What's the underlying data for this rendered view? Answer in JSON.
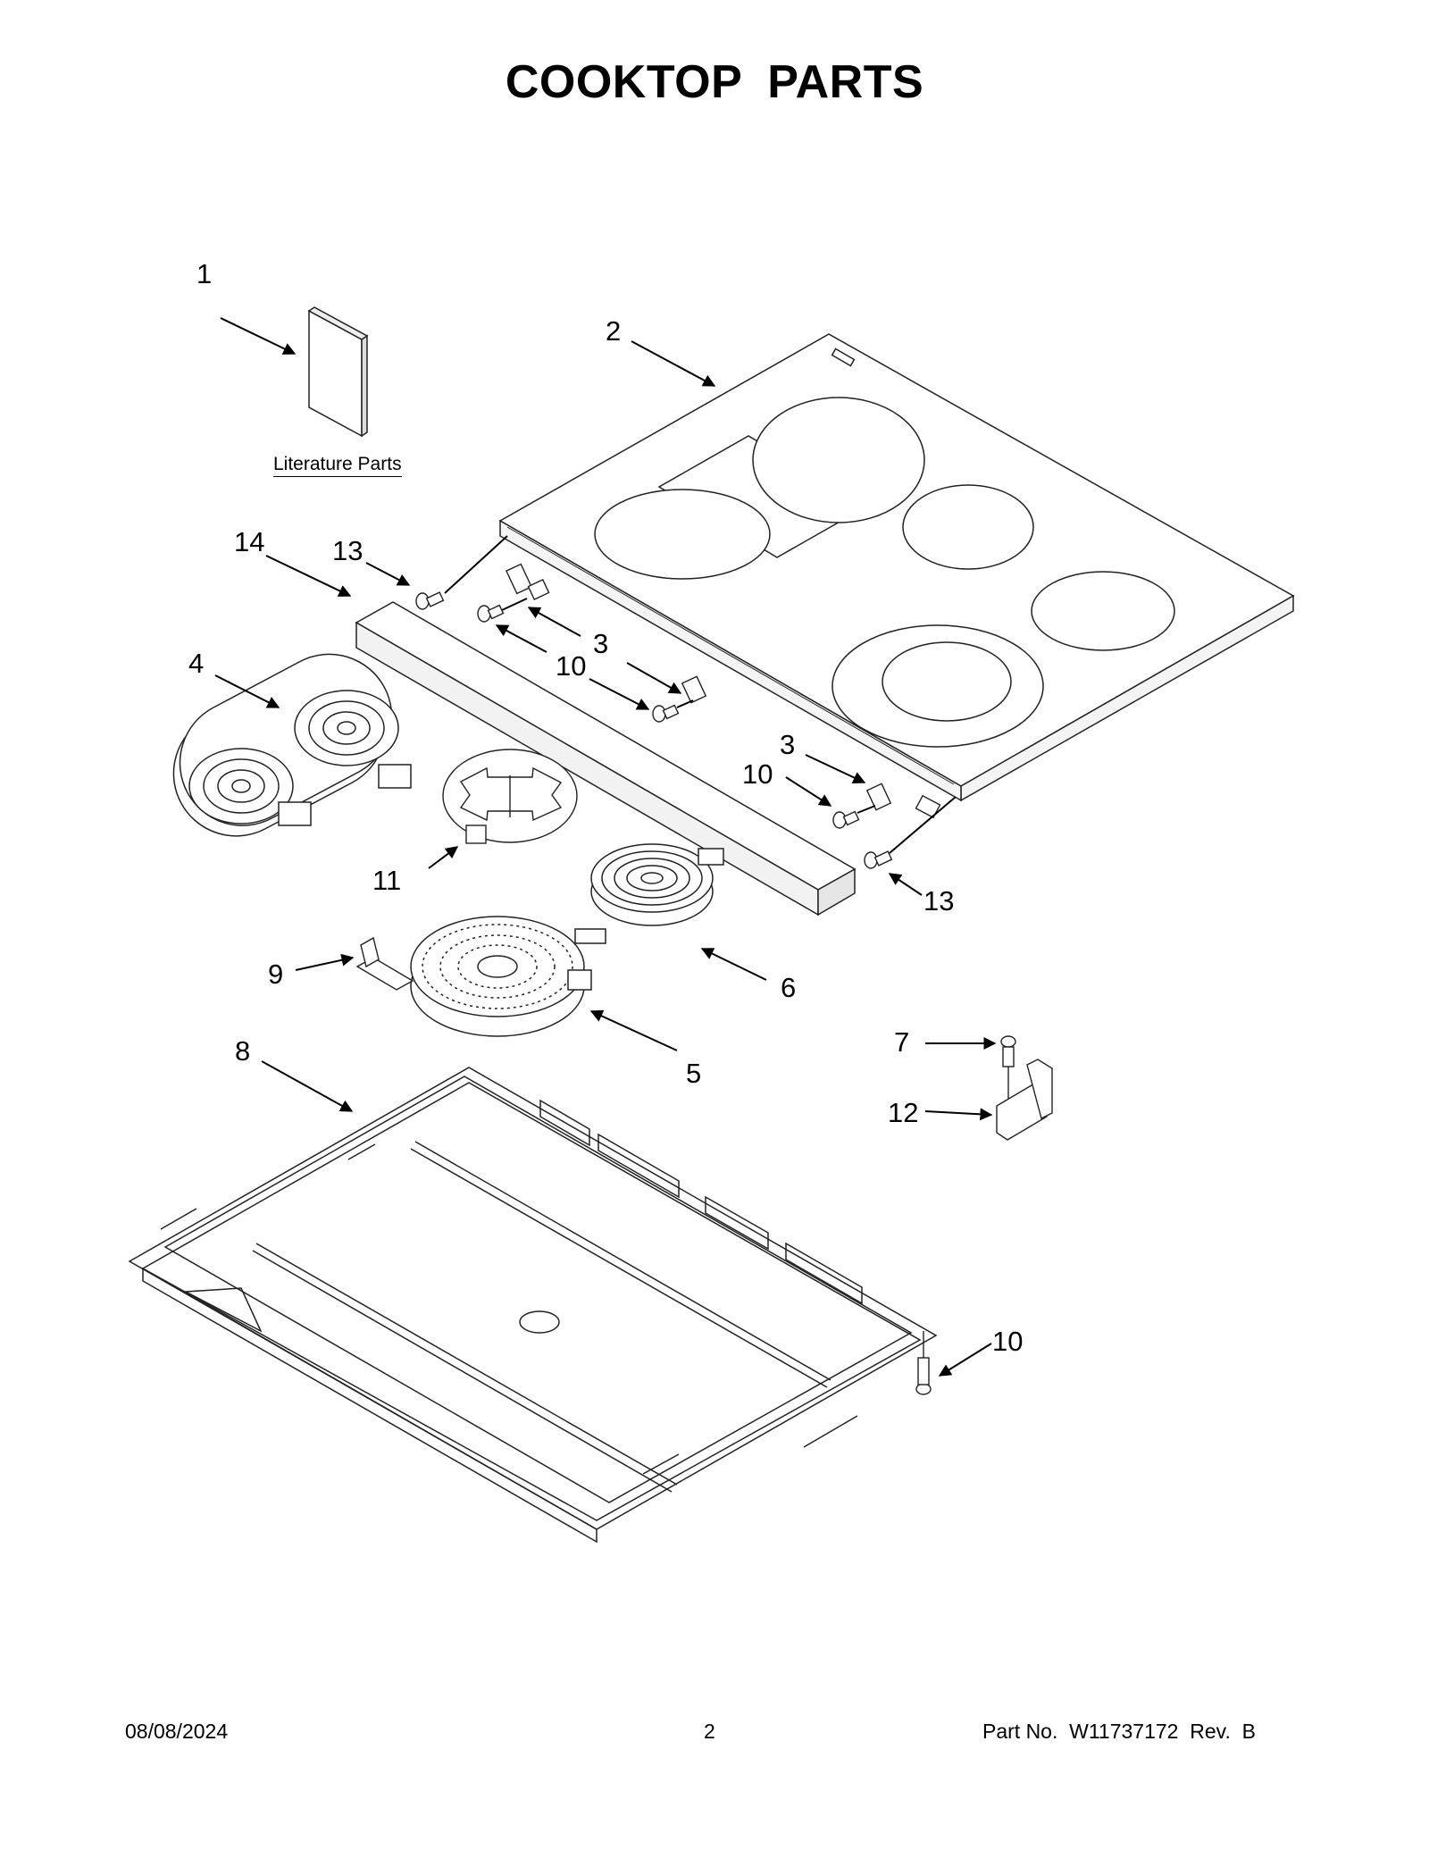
{
  "page": {
    "title": "COOKTOP PARTS",
    "literature_label": "Literature Parts"
  },
  "callouts": [
    {
      "id": "c1",
      "label": "1"
    },
    {
      "id": "c2",
      "label": "2"
    },
    {
      "id": "c14",
      "label": "14"
    },
    {
      "id": "c13a",
      "label": "13"
    },
    {
      "id": "c3a",
      "label": "3"
    },
    {
      "id": "c10a",
      "label": "10"
    },
    {
      "id": "c4",
      "label": "4"
    },
    {
      "id": "c3b",
      "label": "3"
    },
    {
      "id": "c10b",
      "label": "10"
    },
    {
      "id": "c11",
      "label": "11"
    },
    {
      "id": "c13b",
      "label": "13"
    },
    {
      "id": "c9",
      "label": "9"
    },
    {
      "id": "c6",
      "label": "6"
    },
    {
      "id": "c5",
      "label": "5"
    },
    {
      "id": "c7",
      "label": "7"
    },
    {
      "id": "c12",
      "label": "12"
    },
    {
      "id": "c8",
      "label": "8"
    },
    {
      "id": "c10c",
      "label": "10"
    }
  ],
  "footer": {
    "date": "08/08/2024",
    "page_number": "2",
    "part_number": "Part No.  W11737172  Rev.  B"
  }
}
